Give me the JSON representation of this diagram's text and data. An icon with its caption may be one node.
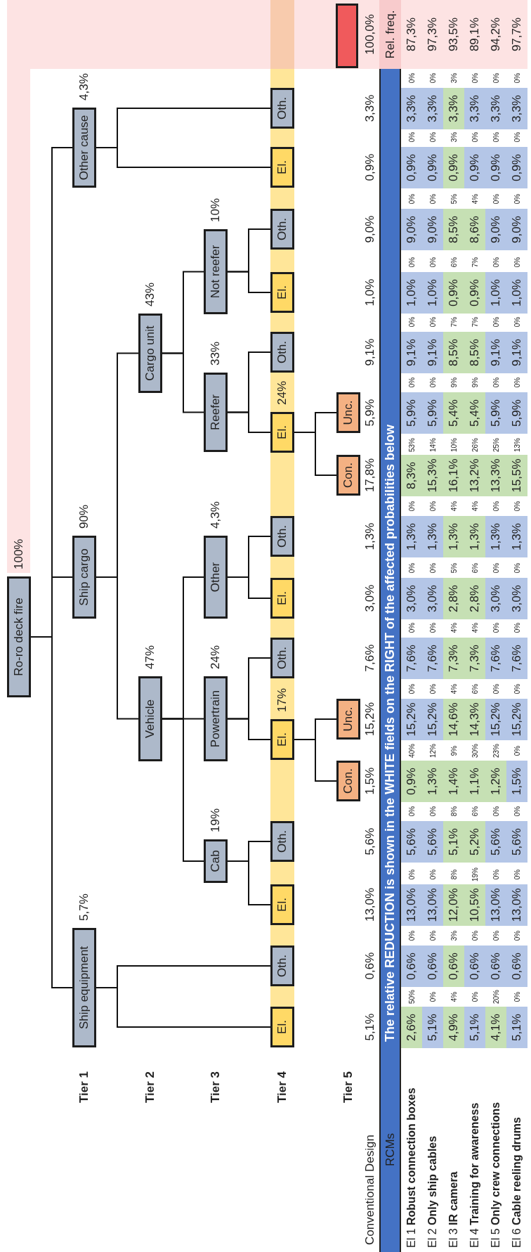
{
  "diagram": {
    "nodes": [
      {
        "text": [
          "Ro-ro deck fire"
        ],
        "beside": [
          "100%"
        ]
      },
      {
        "text": [
          "Ship equipment"
        ],
        "beside": [
          "5,7%"
        ]
      },
      {
        "text": [
          "Ship cargo"
        ],
        "beside": [
          "90%"
        ]
      },
      {
        "text": [
          "Other cause"
        ],
        "beside": [
          "4,3%"
        ]
      },
      {
        "text": [
          "Vehicle"
        ],
        "beside": [
          "47%"
        ]
      },
      {
        "text": [
          "Cargo unit"
        ],
        "beside": [
          "43%"
        ]
      },
      {
        "text": [
          "Cab"
        ],
        "beside": [
          "19%"
        ]
      },
      {
        "text": [
          "Powertrain"
        ],
        "beside": [
          "24%"
        ]
      },
      {
        "text": [
          "Other"
        ],
        "beside": [
          "4,3%"
        ]
      },
      {
        "text": [
          "Reefer"
        ],
        "beside": [
          "33%"
        ]
      },
      {
        "text": [
          "Not reefer"
        ],
        "beside": [
          "10%"
        ]
      },
      {
        "text": [
          "El."
        ]
      },
      {
        "text": [
          "Oth."
        ]
      },
      {
        "text": [
          "El."
        ]
      },
      {
        "text": [
          "Oth."
        ]
      },
      {
        "text": [
          "El."
        ],
        "beside": [
          "17%"
        ]
      },
      {
        "text": [
          "Oth."
        ]
      },
      {
        "text": [
          "El."
        ]
      },
      {
        "text": [
          "Oth."
        ]
      },
      {
        "text": [
          "El."
        ],
        "beside": [
          "24%"
        ]
      },
      {
        "text": [
          "Oth."
        ]
      },
      {
        "text": [
          "El."
        ]
      },
      {
        "text": [
          "Oth."
        ]
      },
      {
        "text": [
          "El."
        ]
      },
      {
        "text": [
          "Oth."
        ]
      },
      {
        "text": [
          "Con."
        ]
      },
      {
        "text": [
          "Unc."
        ]
      },
      {
        "text": [
          "Con."
        ]
      },
      {
        "text": [
          "Unc."
        ]
      },
      {
        "text": [],
        "shape": "box"
      }
    ],
    "edges": [
      {
        "from": 0,
        "to": 1,
        "arrow": "none"
      },
      {
        "from": 0,
        "to": 2,
        "arrow": "none"
      },
      {
        "from": 0,
        "to": 3,
        "arrow": "none"
      },
      {
        "from": 1,
        "to": 11,
        "arrow": "none"
      },
      {
        "from": 1,
        "to": 12,
        "arrow": "none"
      },
      {
        "from": 2,
        "to": 4,
        "arrow": "none"
      },
      {
        "from": 2,
        "to": 5,
        "arrow": "none"
      },
      {
        "from": 3,
        "to": 23,
        "arrow": "none"
      },
      {
        "from": 3,
        "to": 24,
        "arrow": "none"
      },
      {
        "from": 4,
        "to": 6,
        "arrow": "none"
      },
      {
        "from": 4,
        "to": 7,
        "arrow": "none"
      },
      {
        "from": 4,
        "to": 8,
        "arrow": "none"
      },
      {
        "from": 5,
        "to": 9,
        "arrow": "none"
      },
      {
        "from": 5,
        "to": 10,
        "arrow": "none"
      },
      {
        "from": 6,
        "to": 13,
        "arrow": "none"
      },
      {
        "from": 6,
        "to": 14,
        "arrow": "none"
      },
      {
        "from": 7,
        "to": 15,
        "arrow": "none"
      },
      {
        "from": 7,
        "to": 16,
        "arrow": "none"
      },
      {
        "from": 8,
        "to": 17,
        "arrow": "none"
      },
      {
        "from": 8,
        "to": 18,
        "arrow": "none"
      },
      {
        "from": 9,
        "to": 19,
        "arrow": "none"
      },
      {
        "from": 9,
        "to": 20,
        "arrow": "none"
      },
      {
        "from": 10,
        "to": 21,
        "arrow": "none"
      },
      {
        "from": 10,
        "to": 22,
        "arrow": "none"
      },
      {
        "from": 15,
        "to": 25,
        "arrow": "none"
      },
      {
        "from": 15,
        "to": 26,
        "arrow": "none"
      },
      {
        "from": 19,
        "to": 27,
        "arrow": "none"
      },
      {
        "from": 19,
        "to": 28,
        "arrow": "none"
      }
    ],
    "labels": [
      "Tier 1",
      "Tier 2",
      "Tier 3",
      "Tier 4",
      "Tier 5",
      "Conventional Design",
      "5,1%",
      "0,6%",
      "13,0%",
      "5,6%",
      "1,5%",
      "15,2%",
      "7,6%",
      "3,0%",
      "1,3%",
      "17,8%",
      "5,9%",
      "9,1%",
      "1,0%",
      "9,0%",
      "0,9%",
      "3,3%",
      "100,0%",
      "RCMs",
      "The relative REDUCTION is shown in the WHITE fields on the RIGHT of the affected probabilities below",
      "Rel. freq.",
      "El 1 **Robust connection boxes**",
      "2,6%",
      "50%",
      "0,6%",
      "0%",
      "13,0%",
      "0%",
      "5,6%",
      "0%",
      "0,9%",
      "40%",
      "15,2%",
      "0%",
      "7,6%",
      "0%",
      "3,0%",
      "0%",
      "1,3%",
      "0%",
      "8,3%",
      "53%",
      "5,9%",
      "0%",
      "9,1%",
      "0%",
      "1,0%",
      "0%",
      "9,0%",
      "0%",
      "0,9%",
      "0%",
      "3,3%",
      "0%",
      "87,3%",
      "El 2 **Only ship cables**",
      "5,1%",
      "0%",
      "0,6%",
      "0%",
      "13,0%",
      "0%",
      "5,6%",
      "0%",
      "1,3%",
      "12%",
      "15,2%",
      "0%",
      "7,6%",
      "0%",
      "3,0%",
      "0%",
      "1,3%",
      "0%",
      "15,3%",
      "14%",
      "5,9%",
      "0%",
      "9,1%",
      "0%",
      "1,0%",
      "0%",
      "9,0%",
      "0%",
      "0,9%",
      "0%",
      "3,3%",
      "0%",
      "97,3%",
      "El 3 **IR camera**",
      "4,9%",
      "4%",
      "0,6%",
      "3%",
      "12,0%",
      "8%",
      "5,1%",
      "8%",
      "1,4%",
      "9%",
      "14,6%",
      "4%",
      "7,3%",
      "4%",
      "2,8%",
      "5%",
      "1,3%",
      "4%",
      "16,1%",
      "10%",
      "5,4%",
      "9%",
      "8,5%",
      "7%",
      "0,9%",
      "6%",
      "8,5%",
      "5%",
      "0,9%",
      "3%",
      "3,3%",
      "3%",
      "93,5%",
      "El 4 **Training for awareness**",
      "5,1%",
      "0%",
      "0,6%",
      "0%",
      "10,5%",
      "19%",
      "5,2%",
      "6%",
      "1,1%",
      "30%",
      "14,3%",
      "6%",
      "7,3%",
      "4%",
      "2,8%",
      "6%",
      "1,3%",
      "4%",
      "13,2%",
      "26%",
      "5,4%",
      "9%",
      "8,5%",
      "7%",
      "0,9%",
      "7%",
      "8,6%",
      "4%",
      "0,9%",
      "0%",
      "3,3%",
      "0%",
      "89,1%",
      "El 5 **Only crew connections**",
      "4,1%",
      "20%",
      "0,6%",
      "0%",
      "13,0%",
      "0%",
      "5,6%",
      "0%",
      "1,2%",
      "23%",
      "15,2%",
      "0%",
      "7,6%",
      "0%",
      "3,0%",
      "0%",
      "1,3%",
      "0%",
      "13,3%",
      "25%",
      "5,9%",
      "0%",
      "9,1%",
      "0%",
      "1,0%",
      "0%",
      "9,0%",
      "0%",
      "0,9%",
      "0%",
      "3,3%",
      "0%",
      "94,2%",
      "El 6 **Cable reeling drums**",
      "5,1%",
      "0%",
      "0,6%",
      "0%",
      "13,0%",
      "0%",
      "5,6%",
      "0%",
      "1,5%",
      "0%",
      "15,2%",
      "0%",
      "7,6%",
      "0%",
      "3,0%",
      "0%",
      "1,3%",
      "0%",
      "15,5%",
      "13%",
      "5,9%",
      "0%",
      "9,1%",
      "0%",
      "1,0%",
      "0%",
      "9,0%",
      "0%",
      "0,9%",
      "0%",
      "3,3%",
      "0%",
      "97,7%"
    ]
  }
}
